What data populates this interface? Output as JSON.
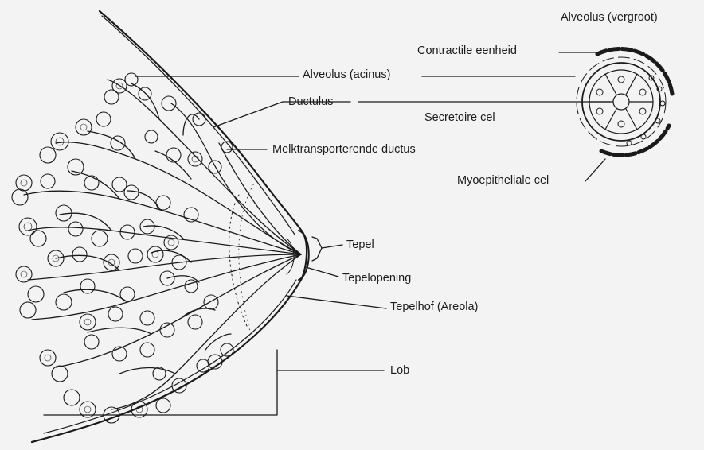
{
  "labels": {
    "alveolus_enlarged": "Alveolus (vergroot)",
    "contractile_unit": "Contractile eenheid",
    "alveolus_acinus": "Alveolus (acinus)",
    "ductulus": "Ductulus",
    "secretory_cell": "Secretoire cel",
    "milk_duct": "Melktransporterende ductus",
    "myoepithelial_cell": "Myoepitheliale cel",
    "nipple": "Tepel",
    "nipple_opening": "Tepelopening",
    "areola": "Tepelhof (Areola)",
    "lobe": "Lob"
  },
  "colors": {
    "background": "#f3f3f3",
    "ink": "#1a1a1a"
  }
}
